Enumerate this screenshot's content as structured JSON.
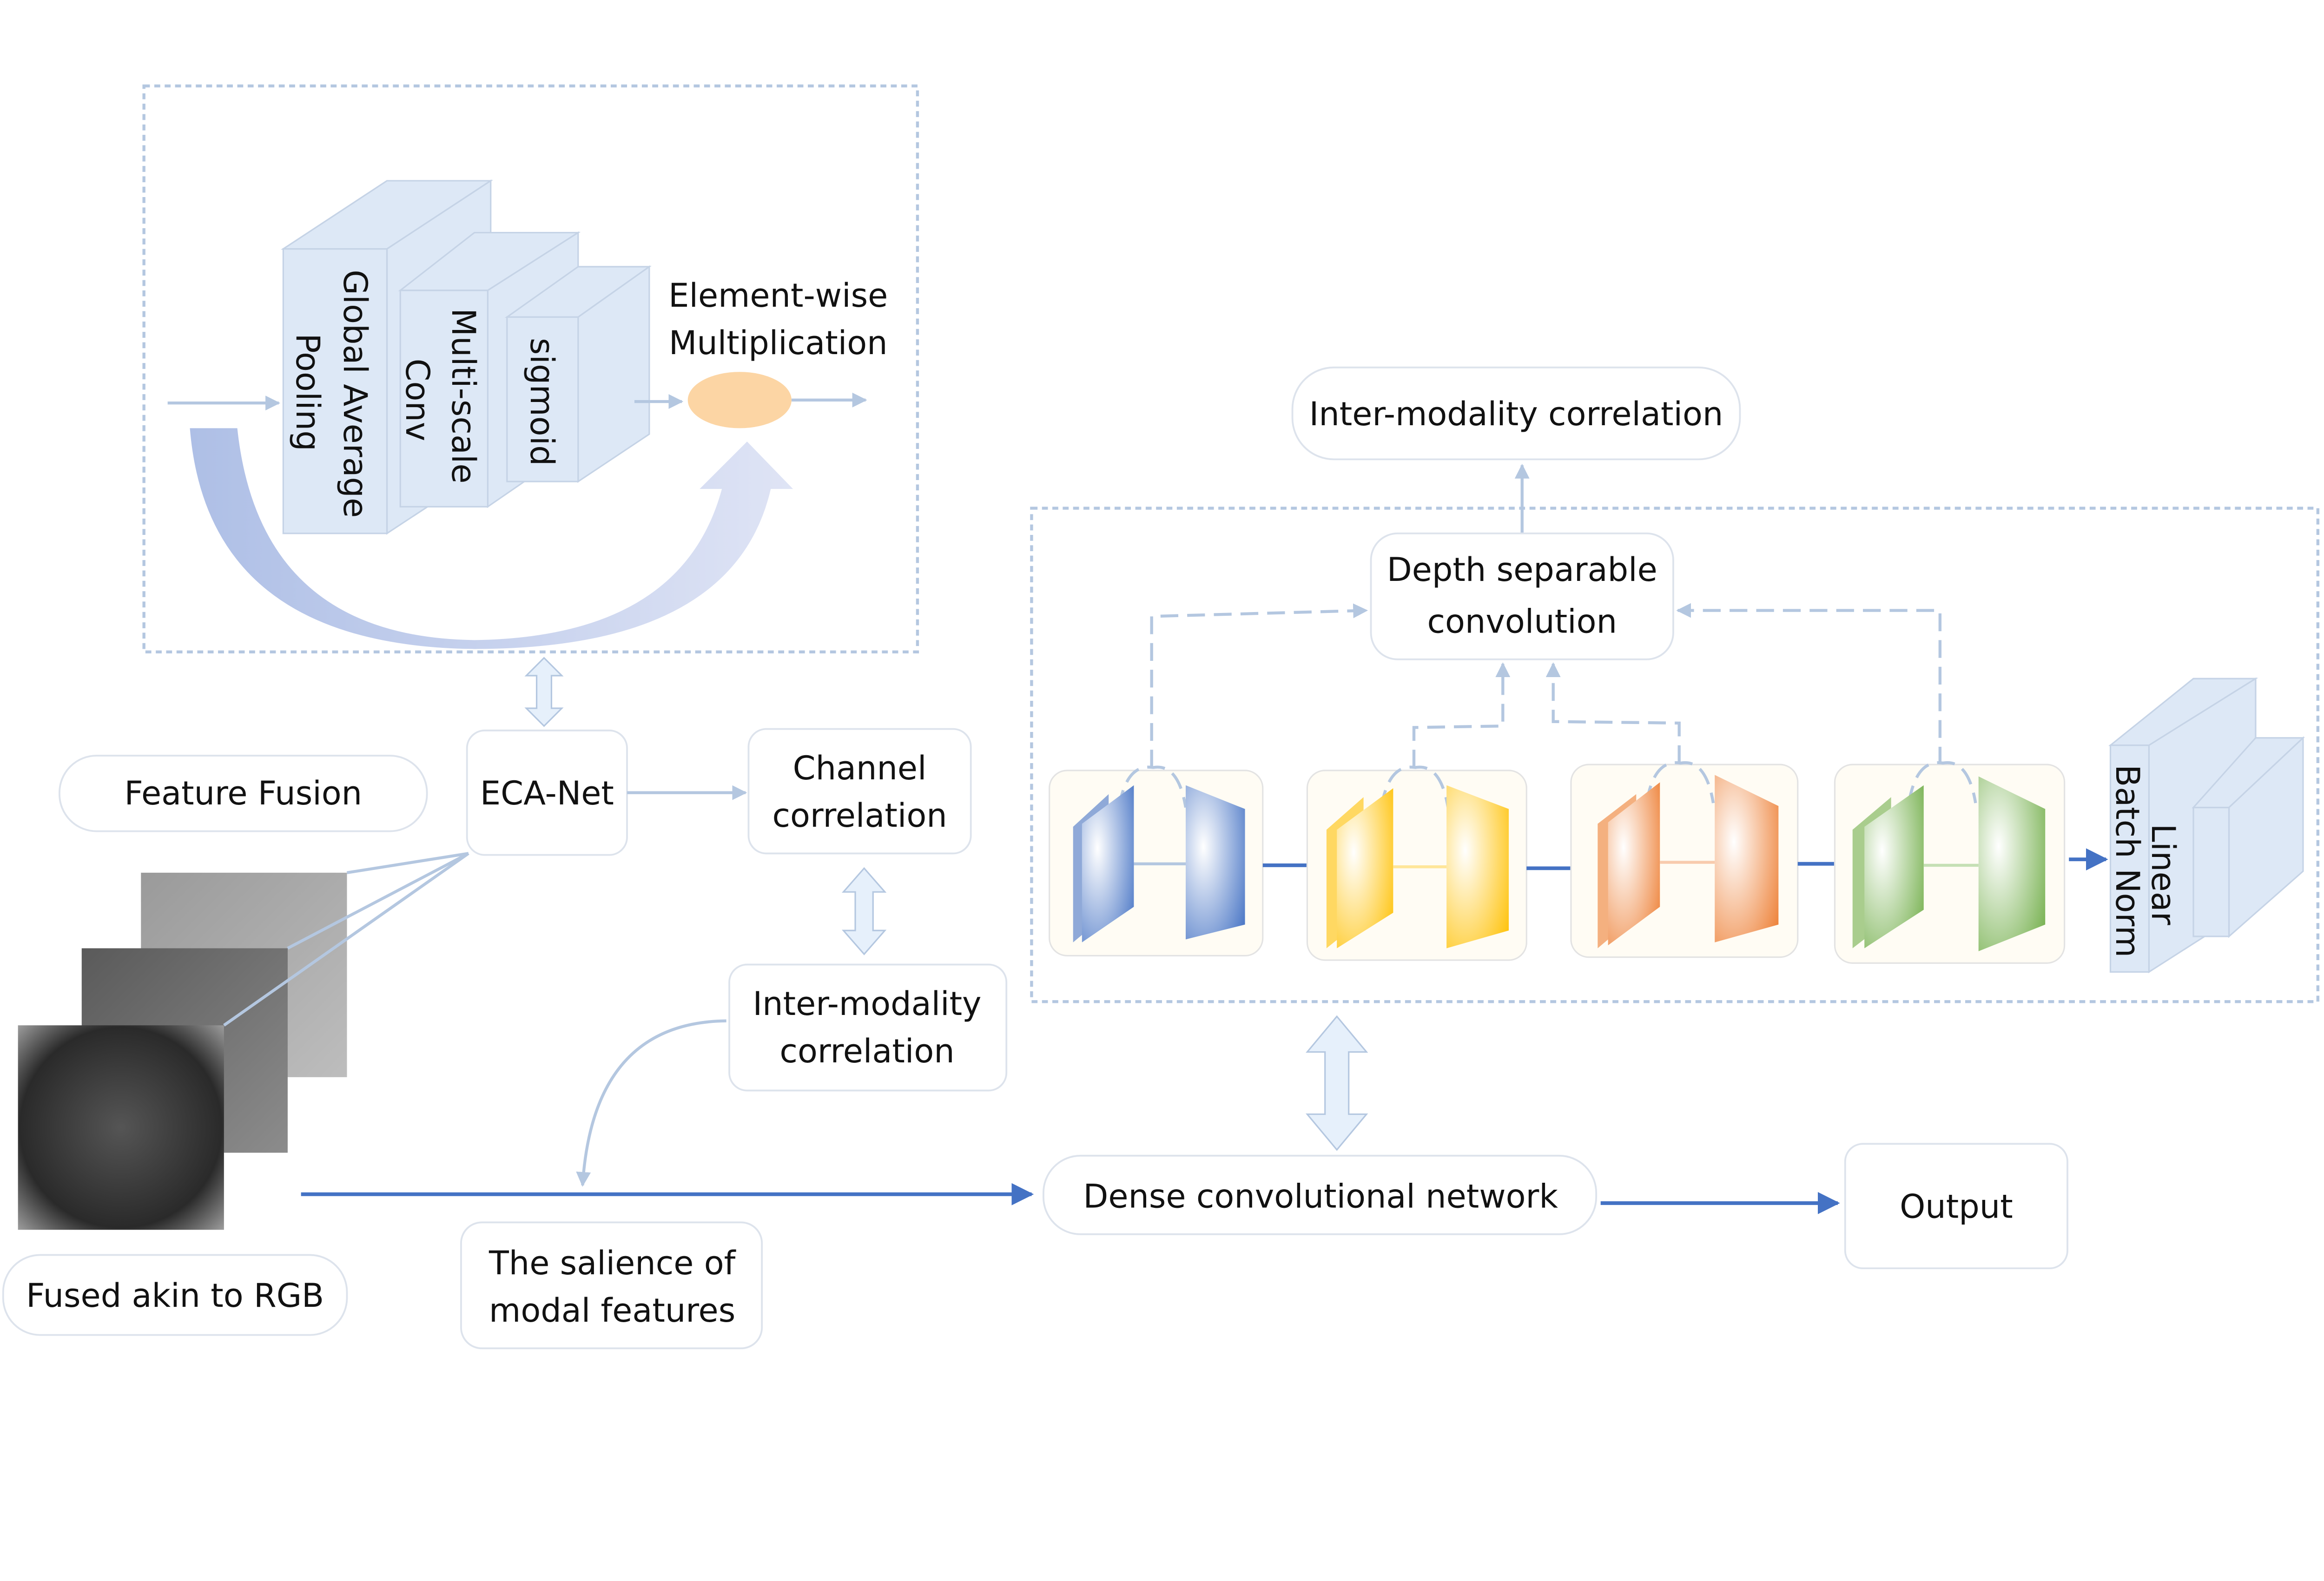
{
  "eca_module": {
    "blocks": [
      "Global Average Pooling",
      "Multi-scale Conv",
      "sigmoid"
    ],
    "block_line1": [
      "Global Average",
      "Multi-scale",
      "sigmoid"
    ],
    "block_line2": [
      "Pooling",
      "Conv",
      ""
    ],
    "multiply_label_1": "Element-wise",
    "multiply_label_2": "Multiplication"
  },
  "nodes": {
    "feature_fusion": "Feature Fusion",
    "eca_net": "ECA-Net",
    "channel_corr_1": "Channel",
    "channel_corr_2": "correlation",
    "inter_modality_1": "Inter-modality",
    "inter_modality_2": "correlation",
    "inter_modality_top": "Inter-modality correlation",
    "depth_sep_1": "Depth separable",
    "depth_sep_2": "convolution",
    "fused_rgb": "Fused akin to RGB",
    "salience_1": "The salience of",
    "salience_2": "modal features",
    "dense_net": "Dense convolutional network",
    "output": "Output"
  },
  "dense_module": {
    "block_colors": [
      "#4472c4",
      "#ffc000",
      "#ed7d31",
      "#70ad47"
    ],
    "final_blocks": [
      "Linear",
      "Batch Norm"
    ]
  },
  "colors": {
    "light_blue": "#b4c7e0",
    "dark_blue": "#4472c4",
    "ellipse": "#fcd5a4",
    "cube": "#dde8f6"
  }
}
